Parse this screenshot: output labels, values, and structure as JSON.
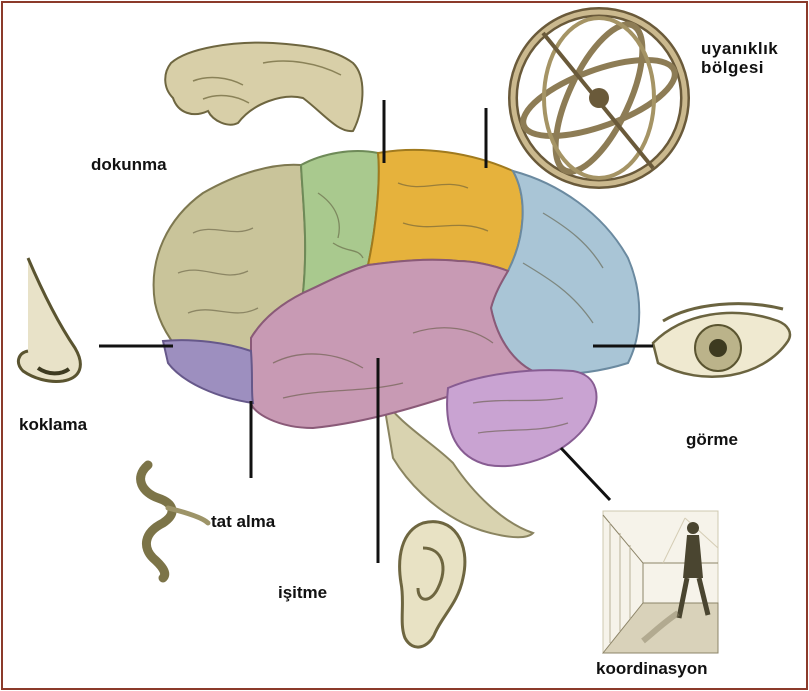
{
  "diagram": {
    "frame_color": "#8b3a2a",
    "brain_regions": [
      {
        "name": "frontal-lobe",
        "color": "#c9c49a"
      },
      {
        "name": "motor-area",
        "color": "#a9c98e"
      },
      {
        "name": "parietal-lobe",
        "color": "#e6b23c"
      },
      {
        "name": "occipital-lobe",
        "color": "#a9c5d6"
      },
      {
        "name": "temporal-lobe",
        "color": "#c89ab4"
      },
      {
        "name": "olfactory-area",
        "color": "#9d8fbf"
      },
      {
        "name": "cerebellum",
        "color": "#c9a3d2"
      },
      {
        "name": "brainstem",
        "color": "#d9d3b0"
      }
    ],
    "labels": {
      "dokunma": "dokunma",
      "uyaniklik_line1": "uyanıklık",
      "uyaniklik_line2": "bölgesi",
      "koklama": "koklama",
      "gorme": "görme",
      "tat_alma": "tat alma",
      "isitme": "işitme",
      "koordinasyon": "koordinasyon"
    },
    "illustrations": [
      "hand-icon",
      "armillary-sphere-icon",
      "nose-icon",
      "eye-icon",
      "tongue-icon",
      "ear-icon",
      "walking-man-icon"
    ]
  }
}
